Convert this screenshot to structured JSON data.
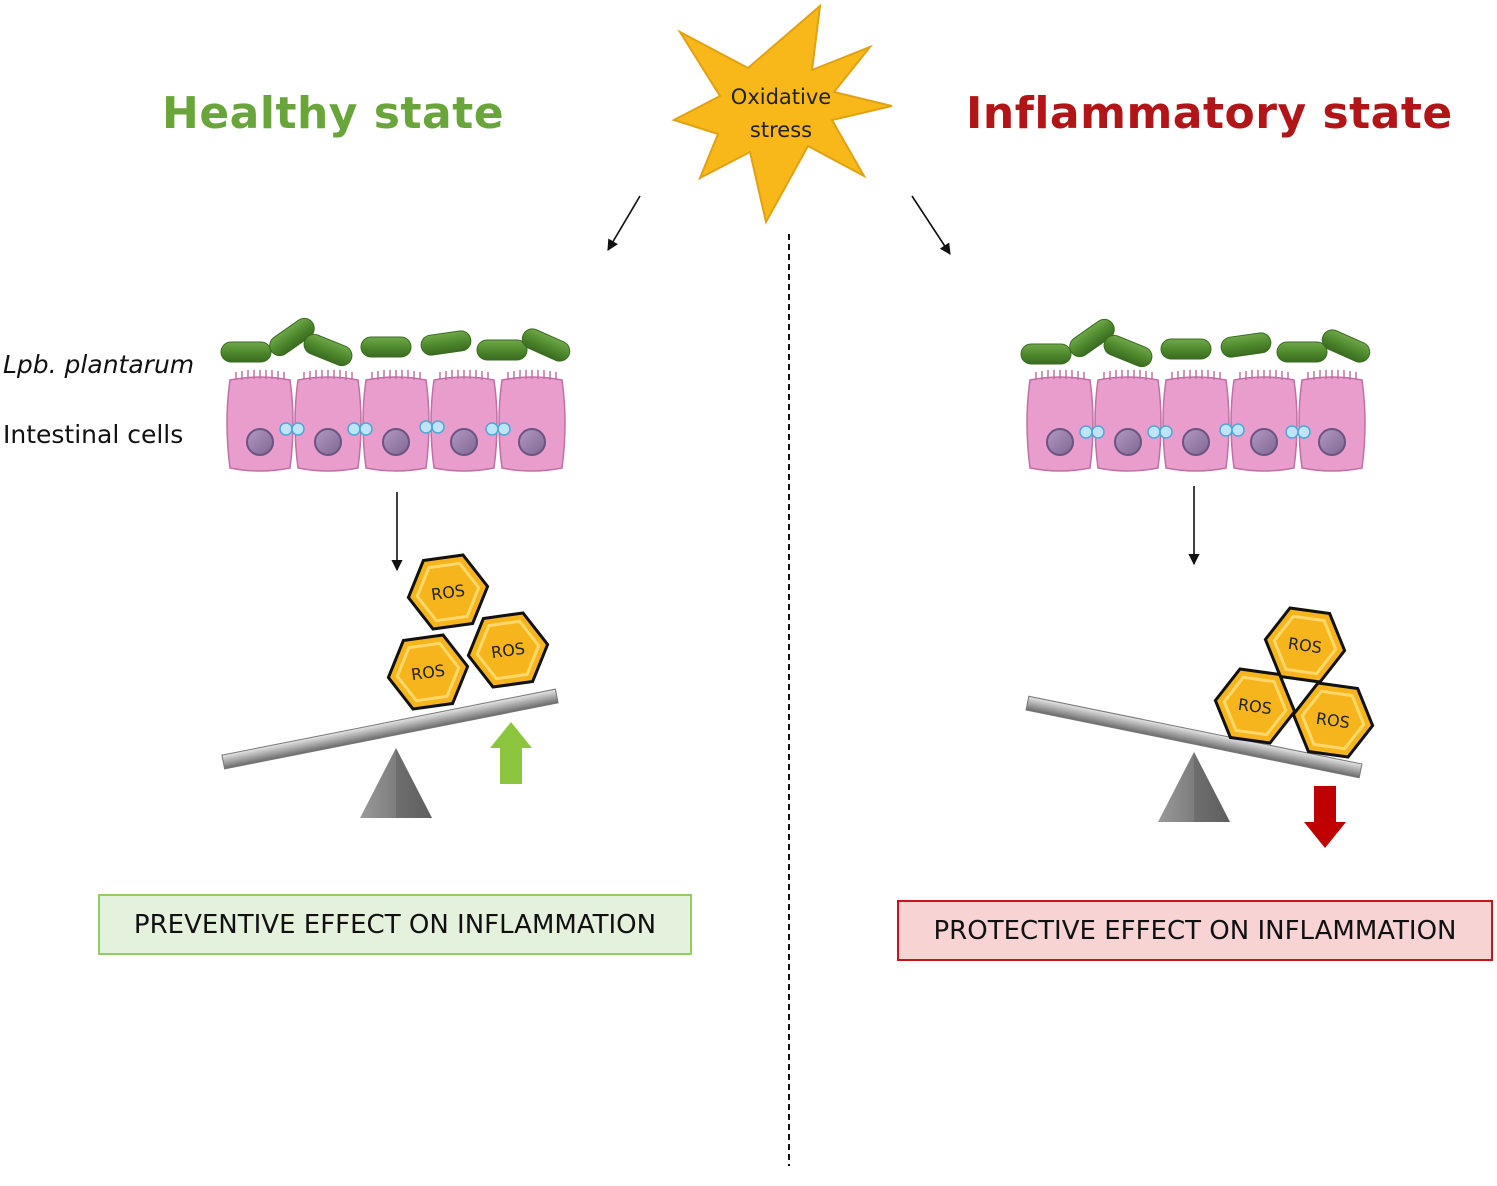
{
  "titles": {
    "healthy": "Healthy state",
    "inflammatory": "Inflammatory state"
  },
  "center": {
    "line1": "Oxidative",
    "line2": "stress"
  },
  "labels": {
    "bacteria": "Lpb. plantarum",
    "cells": "Intestinal cells"
  },
  "ros_label": "ROS",
  "boxes": {
    "healthy": "PREVENTIVE EFFECT ON INFLAMMATION",
    "inflammatory": "PROTECTIVE EFFECT ON INFLAMMATION"
  },
  "colors": {
    "healthy_title": "#6aa53c",
    "inflammatory_title": "#b11518",
    "bacteria": "#4f8a2e",
    "cells": "#e59bc9",
    "ros": "#f6b51c",
    "up_arrow": "#8cc63f",
    "down_arrow": "#c00000",
    "star": "#f9b81a"
  }
}
